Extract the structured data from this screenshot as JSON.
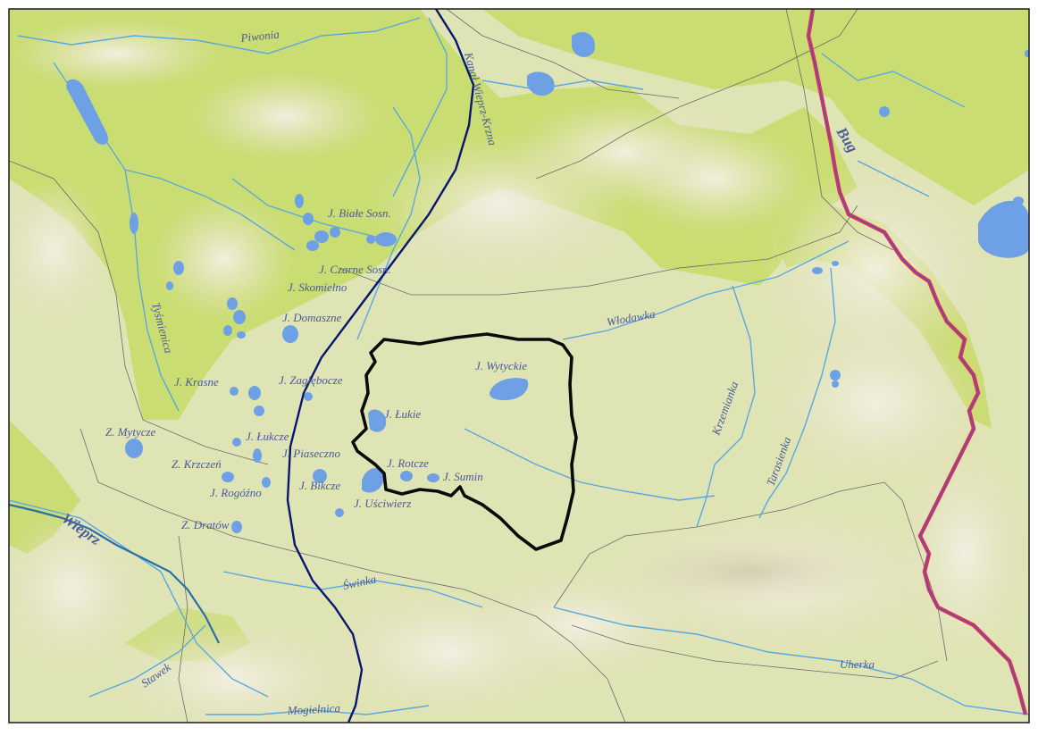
{
  "map": {
    "colors": {
      "background": "#dfe4b4",
      "wetland": "#c8db6a",
      "upland_relief": "#ece8d8",
      "water": "#6ea0e6",
      "river": "#5aa8e0",
      "canal": "#0a1670",
      "border": "#e8324a",
      "study_area_outline": "#0a0a0a",
      "admin_lines": "#6a6a6a",
      "label": "#4a5a9a",
      "frame": "#1a1a1a"
    },
    "lake_labels": [
      "J. Białe Sosn.",
      "J. Czarne Sosn.",
      "J. Skomielno",
      "J. Domaszne",
      "J. Zagłębocze",
      "J. Krasne",
      "Z. Mytycze",
      "J. Łukcze",
      "J. Piaseczno",
      "Z. Krzczeń",
      "J. Rogóźno",
      "J. Bikcze",
      "Z. Dratów",
      "J. Łukie",
      "J. Rotcze",
      "J. Sumin",
      "J. Uściwierz",
      "J. Wytyckie"
    ],
    "river_labels": [
      "Piwonia",
      "Kanał Wieprz-Krzna",
      "Bug",
      "Tyśmienica",
      "Włodawka",
      "Krzemianka",
      "Tarasienka",
      "Wieprz",
      "Świnka",
      "Uherka",
      "Stawek",
      "Mogielnica"
    ]
  }
}
